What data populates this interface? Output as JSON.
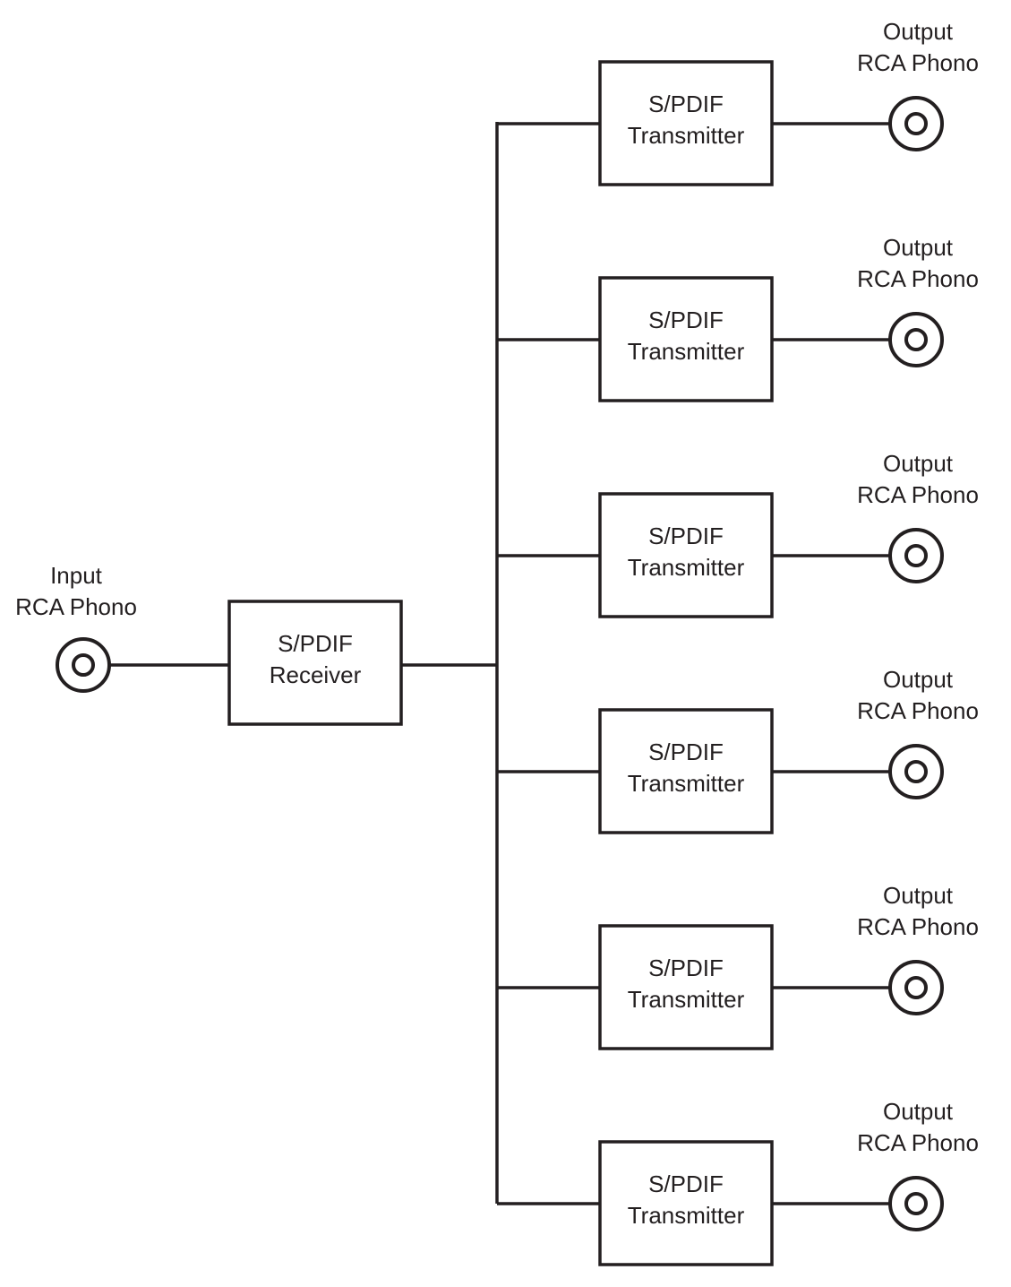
{
  "diagram": {
    "input_label_line1": "Input",
    "input_label_line2": "RCA Phono",
    "receiver_line1": "S/PDIF",
    "receiver_line2": "Receiver",
    "transmitters": [
      {
        "line1": "S/PDIF",
        "line2": "Transmitter",
        "out_line1": "Output",
        "out_line2": "RCA Phono"
      },
      {
        "line1": "S/PDIF",
        "line2": "Transmitter",
        "out_line1": "Output",
        "out_line2": "RCA Phono"
      },
      {
        "line1": "S/PDIF",
        "line2": "Transmitter",
        "out_line1": "Output",
        "out_line2": "RCA Phono"
      },
      {
        "line1": "S/PDIF",
        "line2": "Transmitter",
        "out_line1": "Output",
        "out_line2": "RCA Phono"
      },
      {
        "line1": "S/PDIF",
        "line2": "Transmitter",
        "out_line1": "Output",
        "out_line2": "RCA Phono"
      },
      {
        "line1": "S/PDIF",
        "line2": "Transmitter",
        "out_line1": "Output",
        "out_line2": "RCA Phono"
      }
    ]
  },
  "colors": {
    "stroke": "#231f20",
    "text": "#231f20",
    "background": "#ffffff"
  }
}
